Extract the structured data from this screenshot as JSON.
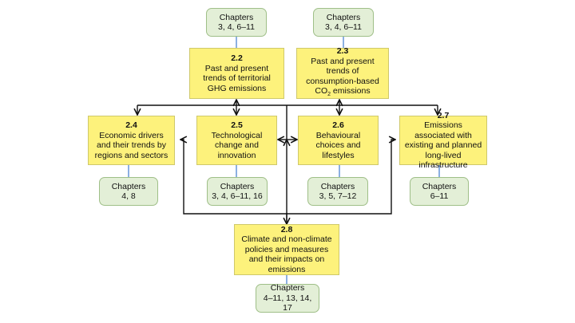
{
  "sections": {
    "s22": {
      "num": "2.2",
      "text": "Past and present trends of territorial GHG emissions"
    },
    "s23": {
      "num": "2.3",
      "text_before": "Past and present trends of consumption-based CO",
      "sub": "2",
      "text_after": " emissions"
    },
    "s24": {
      "num": "2.4",
      "text": "Economic drivers and their trends by regions and sectors"
    },
    "s25": {
      "num": "2.5",
      "text": "Technological change and innovation"
    },
    "s26": {
      "num": "2.6",
      "text": "Behavioural choices and lifestyles"
    },
    "s27": {
      "num": "2.7",
      "text": "Emissions associated with existing and planned long-lived infrastructure"
    },
    "s28": {
      "num": "2.8",
      "text": "Climate and non-climate policies and measures and their impacts on emissions"
    }
  },
  "chapters": {
    "c22": {
      "label": "Chapters",
      "value": "3, 4, 6–11"
    },
    "c23": {
      "label": "Chapters",
      "value": "3, 4, 6–11"
    },
    "c24": {
      "label": "Chapters",
      "value": "4, 8"
    },
    "c25": {
      "label": "Chapters",
      "value": "3, 4, 6–11, 16"
    },
    "c26": {
      "label": "Chapters",
      "value": "3, 5, 7–12"
    },
    "c27": {
      "label": "Chapters",
      "value": "6–11"
    },
    "c28": {
      "label": "Chapters",
      "value": "4–11, 13, 14, 17"
    }
  }
}
